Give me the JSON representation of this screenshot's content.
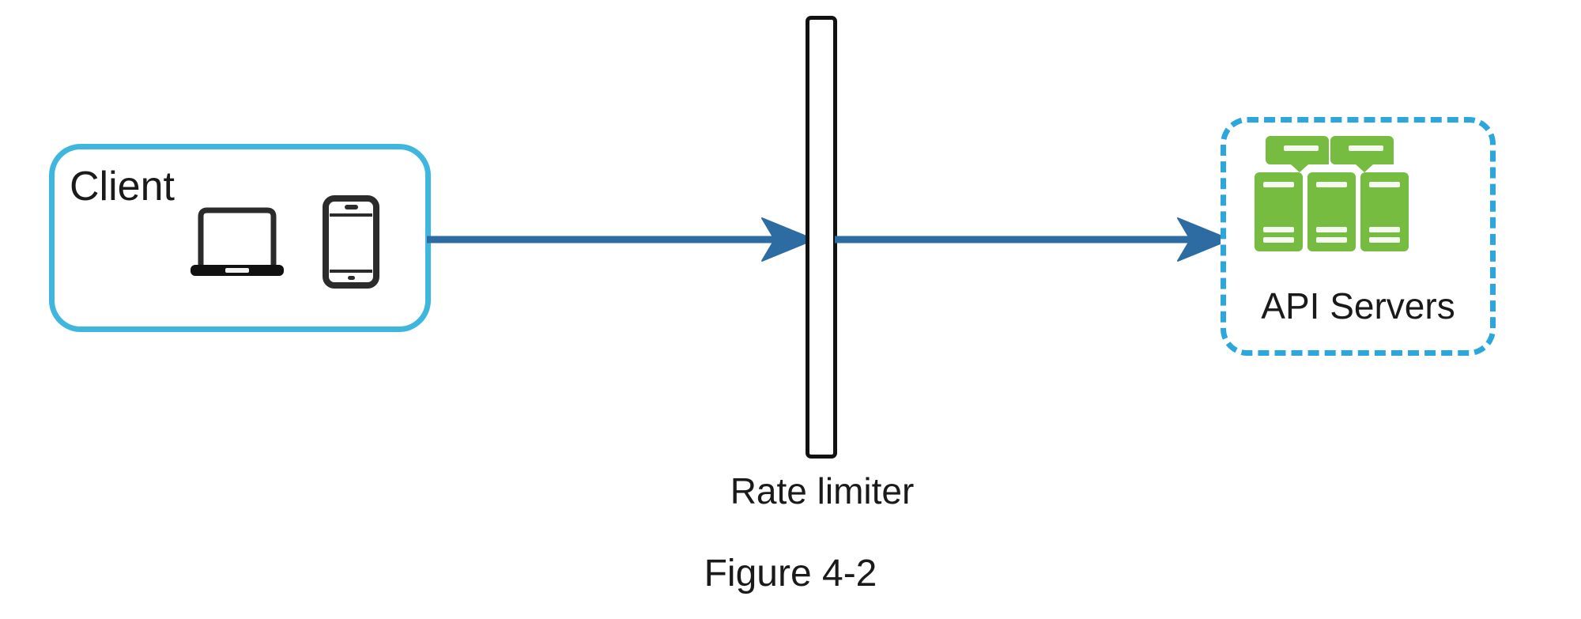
{
  "figure": {
    "caption": "Figure 4-2"
  },
  "nodes": {
    "client": {
      "label": "Client",
      "border_color": "#3fb6de",
      "icons": [
        {
          "name": "laptop-icon",
          "label": "laptop"
        },
        {
          "name": "mobile-phone-icon",
          "label": "mobile phone"
        }
      ]
    },
    "rate_limiter": {
      "label": "Rate limiter",
      "shape": "vertical-bar",
      "border_color": "#111111"
    },
    "api_servers": {
      "label": "API Servers",
      "border_color": "#2ca7dd",
      "border_style": "dashed",
      "icon_name": "server-stack-icon",
      "icon_color": "#76bc40",
      "server_towers": 3,
      "server_top_units": 2
    }
  },
  "arrows": [
    {
      "name": "arrow-client-to-limiter",
      "from": "client",
      "to": "rate_limiter",
      "color": "#2d6ca2"
    },
    {
      "name": "arrow-limiter-to-servers",
      "from": "rate_limiter",
      "to": "api_servers",
      "color": "#2d6ca2"
    }
  ],
  "colors": {
    "client_border": "#3fb6de",
    "servers_border": "#2ca7dd",
    "server_green": "#76bc40",
    "arrow_blue": "#2d6ca2",
    "device_outline": "#2b2b2b",
    "bar_outline": "#111111",
    "text": "#1a1a1a",
    "background": "#ffffff"
  }
}
